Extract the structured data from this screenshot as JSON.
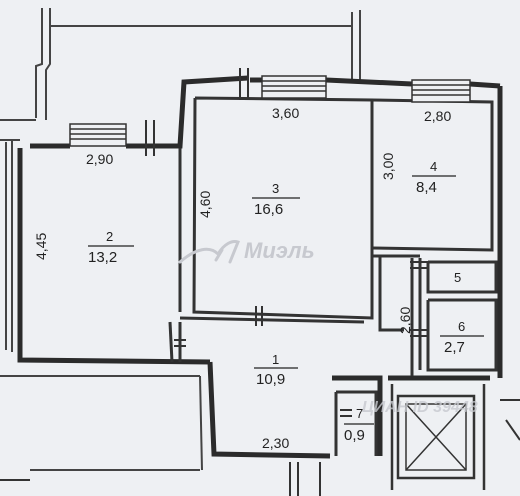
{
  "rooms": [
    {
      "num": "1",
      "area": "10,9"
    },
    {
      "num": "2",
      "area": "13,2"
    },
    {
      "num": "3",
      "area": "16,6"
    },
    {
      "num": "4",
      "area": "8,4"
    },
    {
      "num": "5"
    },
    {
      "num": "6",
      "area": "2,7"
    },
    {
      "num": "7",
      "area": "0,9"
    }
  ],
  "dimensions": [
    "3,60",
    "2,80",
    "2,90",
    "4,60",
    "3,00",
    "4,45",
    "2,60",
    "2,30"
  ],
  "watermark": {
    "brand": "Миэль",
    "faint_text": "ЦИАН ID 39448"
  },
  "colors": {
    "background": "#eef0f3",
    "wall": "#2b2b2b",
    "line": "#333333",
    "watermark": "#c7c9cf"
  }
}
